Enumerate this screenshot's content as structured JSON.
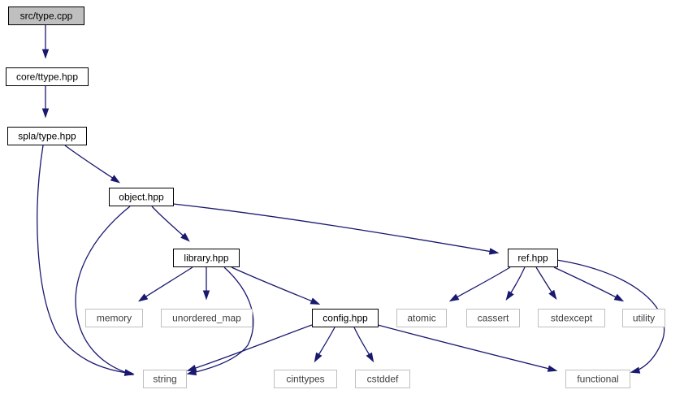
{
  "graph": {
    "nodes": [
      {
        "id": "src_type_cpp",
        "label": "src/type.cpp",
        "kind": "root"
      },
      {
        "id": "core_ttype_hpp",
        "label": "core/ttype.hpp",
        "kind": "local"
      },
      {
        "id": "spla_type_hpp",
        "label": "spla/type.hpp",
        "kind": "local"
      },
      {
        "id": "object_hpp",
        "label": "object.hpp",
        "kind": "local"
      },
      {
        "id": "library_hpp",
        "label": "library.hpp",
        "kind": "local"
      },
      {
        "id": "ref_hpp",
        "label": "ref.hpp",
        "kind": "local"
      },
      {
        "id": "config_hpp",
        "label": "config.hpp",
        "kind": "local"
      },
      {
        "id": "memory",
        "label": "memory",
        "kind": "system"
      },
      {
        "id": "unordered_map",
        "label": "unordered_map",
        "kind": "system"
      },
      {
        "id": "atomic",
        "label": "atomic",
        "kind": "system"
      },
      {
        "id": "cassert",
        "label": "cassert",
        "kind": "system"
      },
      {
        "id": "stdexcept",
        "label": "stdexcept",
        "kind": "system"
      },
      {
        "id": "utility",
        "label": "utility",
        "kind": "system"
      },
      {
        "id": "string",
        "label": "string",
        "kind": "system"
      },
      {
        "id": "cinttypes",
        "label": "cinttypes",
        "kind": "system"
      },
      {
        "id": "cstddef",
        "label": "cstddef",
        "kind": "system"
      },
      {
        "id": "functional",
        "label": "functional",
        "kind": "system"
      }
    ],
    "edges": [
      {
        "from": "src_type_cpp",
        "to": "core_ttype_hpp"
      },
      {
        "from": "core_ttype_hpp",
        "to": "spla_type_hpp"
      },
      {
        "from": "spla_type_hpp",
        "to": "object_hpp"
      },
      {
        "from": "spla_type_hpp",
        "to": "string"
      },
      {
        "from": "object_hpp",
        "to": "library_hpp"
      },
      {
        "from": "object_hpp",
        "to": "ref_hpp"
      },
      {
        "from": "object_hpp",
        "to": "string"
      },
      {
        "from": "library_hpp",
        "to": "memory"
      },
      {
        "from": "library_hpp",
        "to": "unordered_map"
      },
      {
        "from": "library_hpp",
        "to": "config_hpp"
      },
      {
        "from": "library_hpp",
        "to": "string"
      },
      {
        "from": "ref_hpp",
        "to": "atomic"
      },
      {
        "from": "ref_hpp",
        "to": "cassert"
      },
      {
        "from": "ref_hpp",
        "to": "stdexcept"
      },
      {
        "from": "ref_hpp",
        "to": "utility"
      },
      {
        "from": "ref_hpp",
        "to": "functional"
      },
      {
        "from": "config_hpp",
        "to": "string"
      },
      {
        "from": "config_hpp",
        "to": "cinttypes"
      },
      {
        "from": "config_hpp",
        "to": "cstddef"
      },
      {
        "from": "config_hpp",
        "to": "functional"
      }
    ]
  },
  "colors": {
    "root_fill": "#bfbfbf",
    "local_border": "#000000",
    "system_border": "#bfbfbf",
    "edge": "#191970"
  }
}
